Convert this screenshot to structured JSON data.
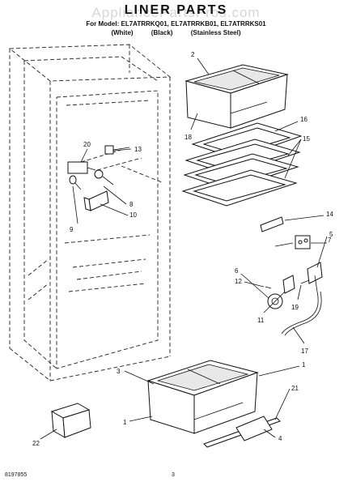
{
  "watermark": "AppliancePartsPros.com",
  "header": {
    "title": "LINER PARTS",
    "model_line": "For Model: EL7ATRRKQ01, EL7ATRRKB01, EL7ATRRKS01",
    "colors": [
      "(White)",
      "(Black)",
      "(Stainless Steel)"
    ]
  },
  "callouts": {
    "c1a": "1",
    "c1b": "1",
    "c2": "2",
    "c3": "3",
    "c4": "4",
    "c5": "5",
    "c6": "6",
    "c7": "7",
    "c8": "8",
    "c9": "9",
    "c10": "10",
    "c11": "11",
    "c12": "12",
    "c13": "13",
    "c14": "14",
    "c15": "15",
    "c16": "16",
    "c17": "17",
    "c18": "18",
    "c19": "19",
    "c20": "20",
    "c21": "21",
    "c22": "22"
  },
  "footer": {
    "doc_number": "8197855",
    "page_number": "3"
  }
}
